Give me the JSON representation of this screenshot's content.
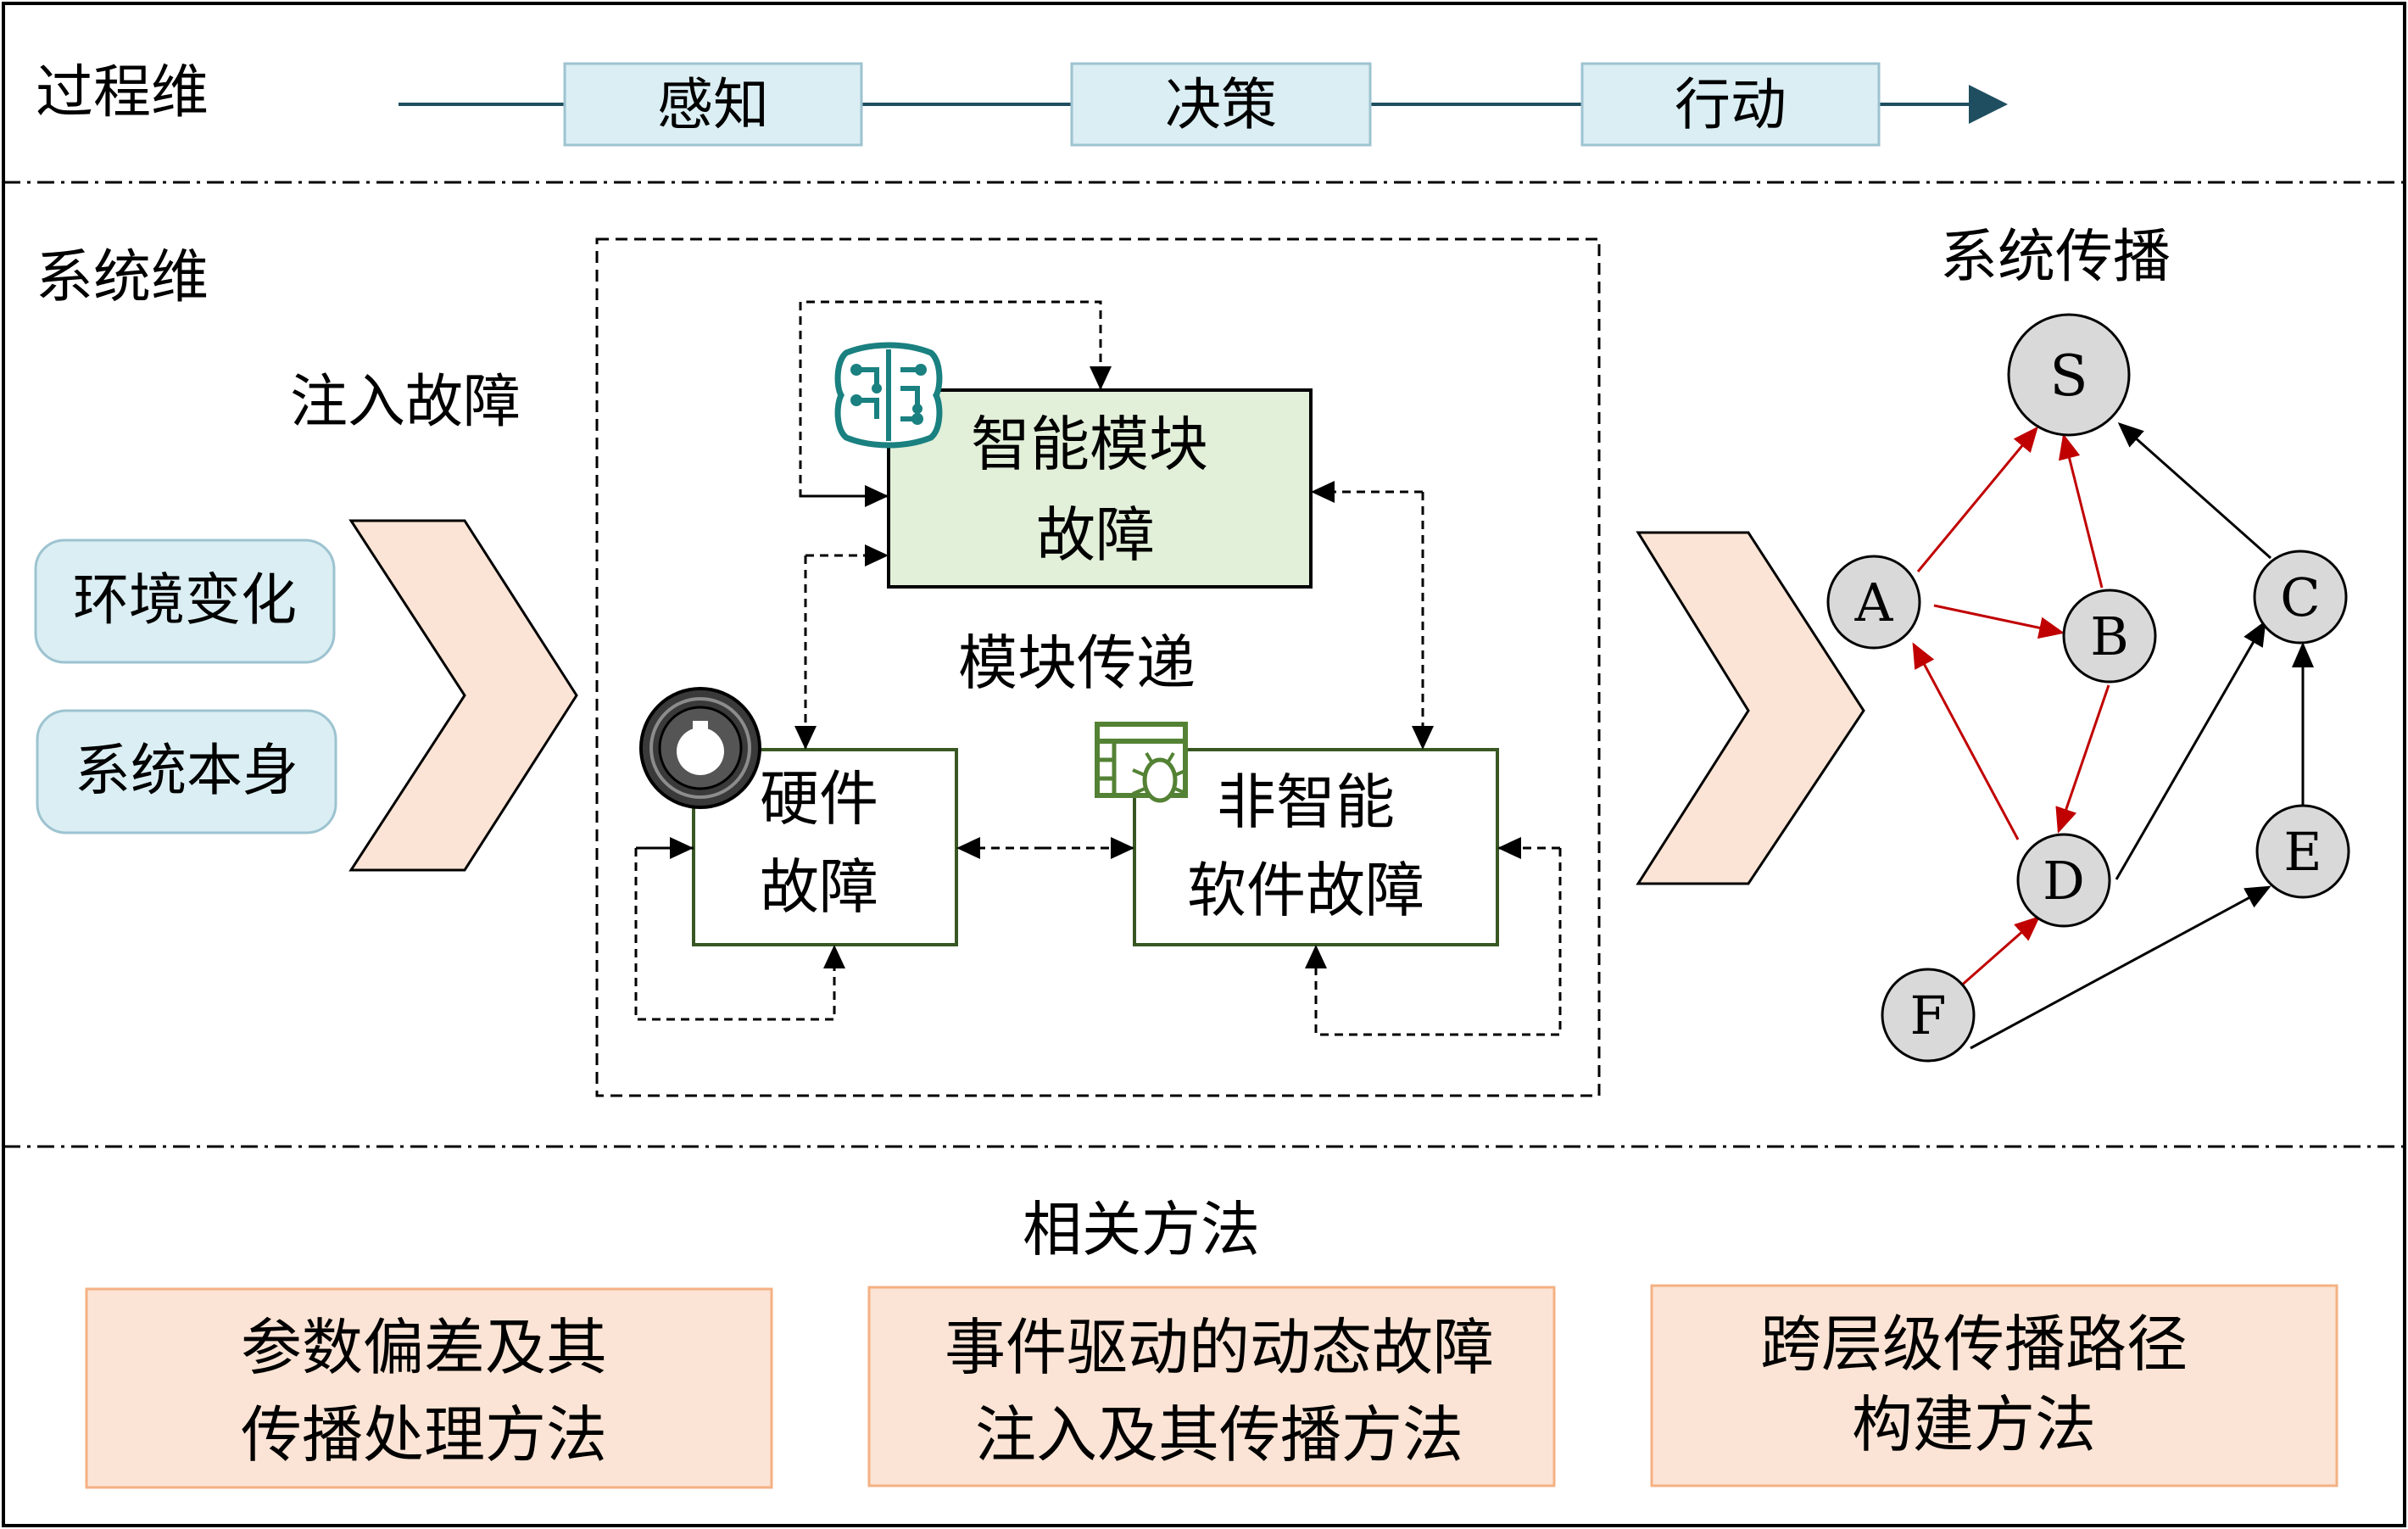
{
  "process": {
    "label": "过程维",
    "stages": [
      "感知",
      "决策",
      "行动"
    ]
  },
  "system": {
    "label": "系统维",
    "inject_label": "注入故障",
    "sources": [
      "环境变化",
      "系统本身"
    ],
    "modules": {
      "ai_line1": "智能模块",
      "ai_line2": "故障",
      "hw_line1": "硬件",
      "hw_line2": "故障",
      "sw_line1": "非智能",
      "sw_line2": "软件故障",
      "transfer_label": "模块传递"
    },
    "propagation": {
      "title": "系统传播",
      "nodes": [
        "S",
        "A",
        "B",
        "C",
        "D",
        "E",
        "F"
      ]
    }
  },
  "methods": {
    "title": "相关方法",
    "items": [
      {
        "line1": "参数偏差及其",
        "line2": "传播处理方法"
      },
      {
        "line1": "事件驱动的动态故障",
        "line2": "注入及其传播方法"
      },
      {
        "line1": "跨层级传播路径",
        "line2": "构建方法"
      }
    ]
  },
  "colors": {
    "stage_fill": "#daeef3",
    "stage_stroke": "#9dc3d0",
    "source_fill": "#daeef3",
    "chevron_fill": "#fbe4d5",
    "method_fill": "#fbe4d5",
    "method_stroke": "#f4b183",
    "ai_box_fill": "#e2efd9",
    "module_stroke": "#385723",
    "node_fill": "#d9d9d9",
    "red_edge": "#c00000",
    "arrow_teal": "#1f4e60",
    "icon_teal": "#1a8080",
    "icon_green": "#548235"
  }
}
